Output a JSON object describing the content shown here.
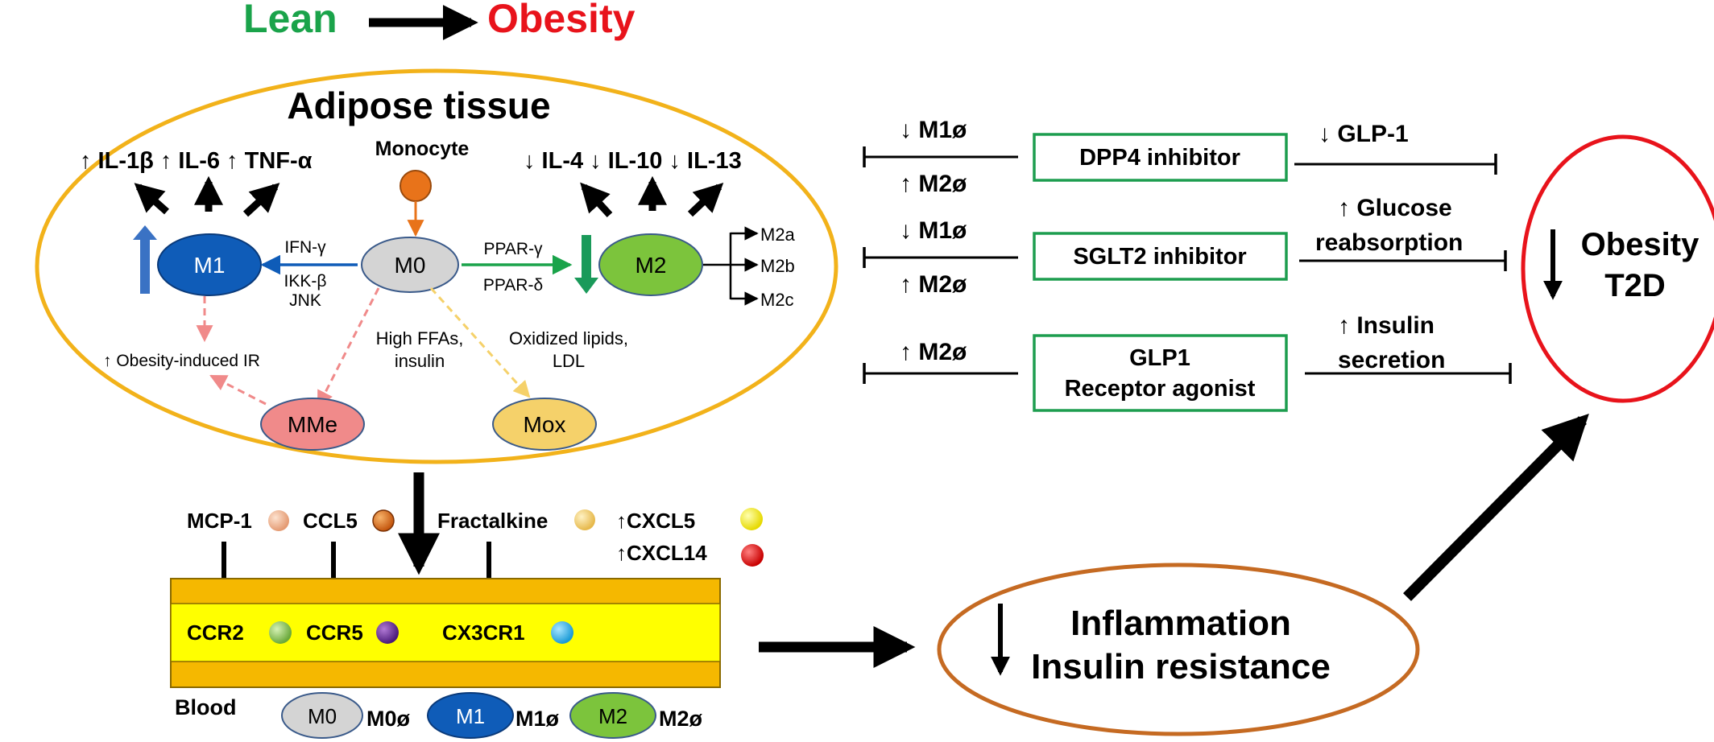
{
  "header": {
    "lean": "Lean",
    "obesity": "Obesity"
  },
  "adipose": {
    "title": "Adipose tissue",
    "m1_cytokines": "↑ IL-1β ↑ IL-6 ↑ TNF-α",
    "m2_cytokines": "↓ IL-4 ↓ IL-10 ↓ IL-13",
    "monocyte": "Monocyte",
    "m1": "M1",
    "m0": "M0",
    "m2": "M2",
    "mme": "MMe",
    "mox": "Mox",
    "m1_signals": [
      "IFN-γ",
      "IKK-β",
      "JNK"
    ],
    "m2_signals": [
      "PPAR-γ",
      "PPAR-δ"
    ],
    "m2_subtypes": [
      "M2a",
      "M2b",
      "M2c"
    ],
    "ir_label": "↑ Obesity-induced IR",
    "mme_trigger": [
      "High FFAs,",
      "insulin"
    ],
    "mox_trigger": [
      "Oxidized lipids,",
      "LDL"
    ]
  },
  "chemokines": {
    "mcp1": "MCP-1",
    "ccl5": "CCL5",
    "fractalkine": "Fractalkine",
    "cxcl5": "↑CXCL5",
    "cxcl14": "↑CXCL14"
  },
  "vessel": {
    "receptors": [
      "CCR2",
      "CCR5",
      "CX3CR1"
    ],
    "blood": "Blood",
    "cells": [
      {
        "cell": "M0",
        "label": "M0ø"
      },
      {
        "cell": "M1",
        "label": "M1ø"
      },
      {
        "cell": "M2",
        "label": "M2ø"
      }
    ]
  },
  "outcome": {
    "line1": "Inflammation",
    "line2": "Insulin resistance"
  },
  "drugs": [
    {
      "name": [
        "DPP4 inhibitor"
      ],
      "left": [
        "↓ M1ø",
        "↑ M2ø"
      ],
      "right": [
        "↓ GLP-1"
      ]
    },
    {
      "name": [
        "SGLT2 inhibitor"
      ],
      "left": [
        "↓ M1ø",
        "↑ M2ø"
      ],
      "right": [
        "↑ Glucose",
        "reabsorption"
      ]
    },
    {
      "name": [
        "GLP1",
        "Receptor agonist"
      ],
      "left": [
        "↑ M2ø"
      ],
      "right": [
        "↑ Insulin",
        "secretion"
      ]
    }
  ],
  "target": {
    "line1": "Obesity",
    "line2": "T2D"
  },
  "colors": {
    "lean": "#1aa34a",
    "obesity": "#e8131b",
    "adipose_border": "#f2b21a",
    "m1": "#0f5cb8",
    "m0": "#d4d4d4",
    "m2": "#7cc43c",
    "mme": "#f08a8a",
    "mox": "#f5d16a",
    "monocyte": "#e8731a",
    "drug_box": "#1d9d4f",
    "target_border": "#e8131b",
    "outcome_border": "#c56a22",
    "vessel_outer": "#f5b800",
    "vessel_inner": "#ffff00"
  }
}
